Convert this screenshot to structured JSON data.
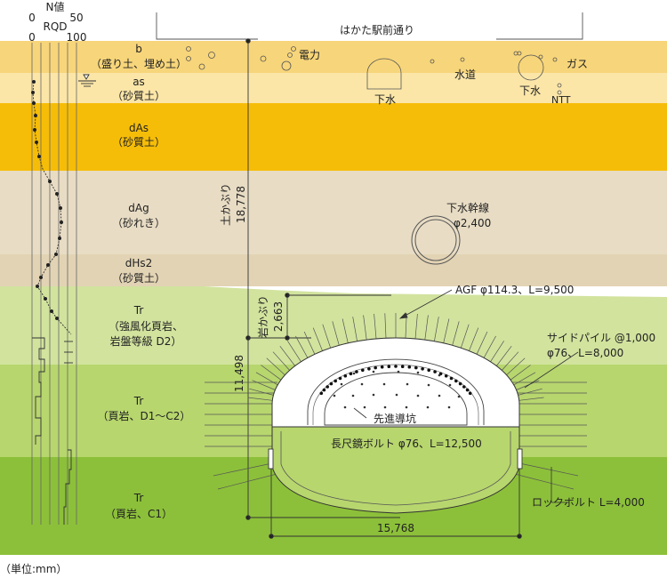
{
  "header": {
    "n_value_label": "N値",
    "n_scale": [
      "0",
      "50"
    ],
    "rqd_label": "RQD",
    "rqd_scale": [
      "0",
      "100"
    ],
    "street_label": "はかた駅前通り"
  },
  "layers": [
    {
      "code": "b",
      "name": "（盛り土、埋め土）",
      "color": "#f7d57a"
    },
    {
      "code": "as",
      "name": "（砂質土）",
      "color": "#fbe6a8"
    },
    {
      "code": "dAs",
      "name": "（砂質土）",
      "color": "#f6bd08"
    },
    {
      "code": "dAg",
      "name": "（砂れき）",
      "color": "#e8dcc4"
    },
    {
      "code": "dHs2",
      "name": "（砂質土）",
      "color": "#e2d3b4"
    },
    {
      "code": "Tr",
      "name_lines": [
        "（強風化頁岩、",
        "岩盤等級 D2）"
      ],
      "color": "#d2e39e"
    },
    {
      "code": "Tr",
      "name": "（頁岩、D1～C2）",
      "color": "#b7d66e"
    },
    {
      "code": "Tr",
      "name": "（頁岩、C1）",
      "color": "#8cc03a"
    }
  ],
  "utilities": {
    "electric": "電力",
    "sewer_1": "下水",
    "water": "水道",
    "gas": "ガス",
    "sewer_2": "下水",
    "ntt": "NTT",
    "trunk_sewer": "下水幹線",
    "trunk_sewer_dia": "φ2,400"
  },
  "dimensions": {
    "soil_cover_label": "土かぶり",
    "soil_cover": "18,778",
    "rock_cover_label": "岩かぶり",
    "rock_cover": "2,663",
    "tunnel_height": "11,498",
    "tunnel_width": "15,768"
  },
  "annotations": {
    "agf": "AGF φ114.3、L=9,500",
    "side_pile_1": "サイドパイル @1,000",
    "side_pile_2": "φ76、L=8,000",
    "pilot_tunnel": "先進導坑",
    "face_bolt": "長尺鏡ボルト φ76、L=12,500",
    "rock_bolt": "ロックボルト L=4,000"
  },
  "footer": {
    "unit": "（単位:mm）"
  }
}
